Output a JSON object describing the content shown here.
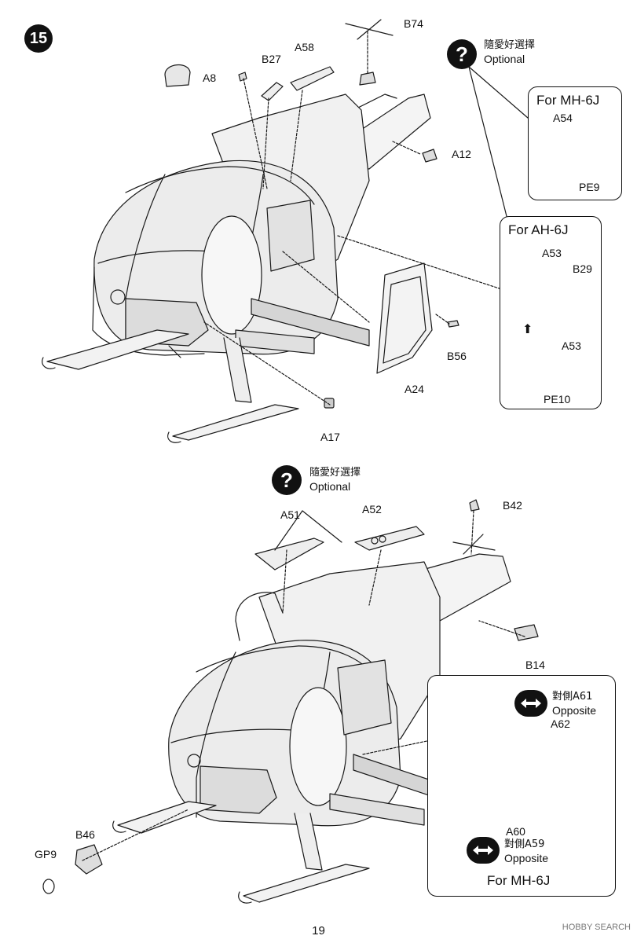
{
  "step": {
    "number": "15"
  },
  "top": {
    "optional": {
      "cjk": "隨愛好選擇",
      "en": "Optional"
    },
    "labels": {
      "b74": "B74",
      "b27": "B27",
      "a58": "A58",
      "a8": "A8",
      "a12": "A12",
      "b56": "B56",
      "a24": "A24",
      "a17": "A17"
    },
    "mh6j_box": {
      "title": "For MH-6J",
      "a54": "A54",
      "pe9": "PE9"
    },
    "ah6j_box": {
      "title": "For AH-6J",
      "a53_top": "A53",
      "b29": "B29",
      "a53_bottom": "A53",
      "pe10": "PE10"
    }
  },
  "bottom": {
    "optional": {
      "cjk": "隨愛好選擇",
      "en": "Optional"
    },
    "labels": {
      "a51": "A51",
      "a52": "A52",
      "b42": "B42",
      "b14": "B14",
      "b46": "B46",
      "gp9": "GP9"
    },
    "mh6j_box": {
      "title": "For MH-6J",
      "opposite_a61_cjk": "對側A61",
      "opposite_a61_en": "Opposite",
      "a62": "A62",
      "a60": "A60",
      "opposite_a59_cjk": "對側A59",
      "opposite_a59_en": "Opposite"
    }
  },
  "footer": {
    "page_number": "19",
    "watermark": "HOBBY SEARCH"
  },
  "icons": [
    "question-icon",
    "double-arrow-icon",
    "up-arrow-icon"
  ]
}
